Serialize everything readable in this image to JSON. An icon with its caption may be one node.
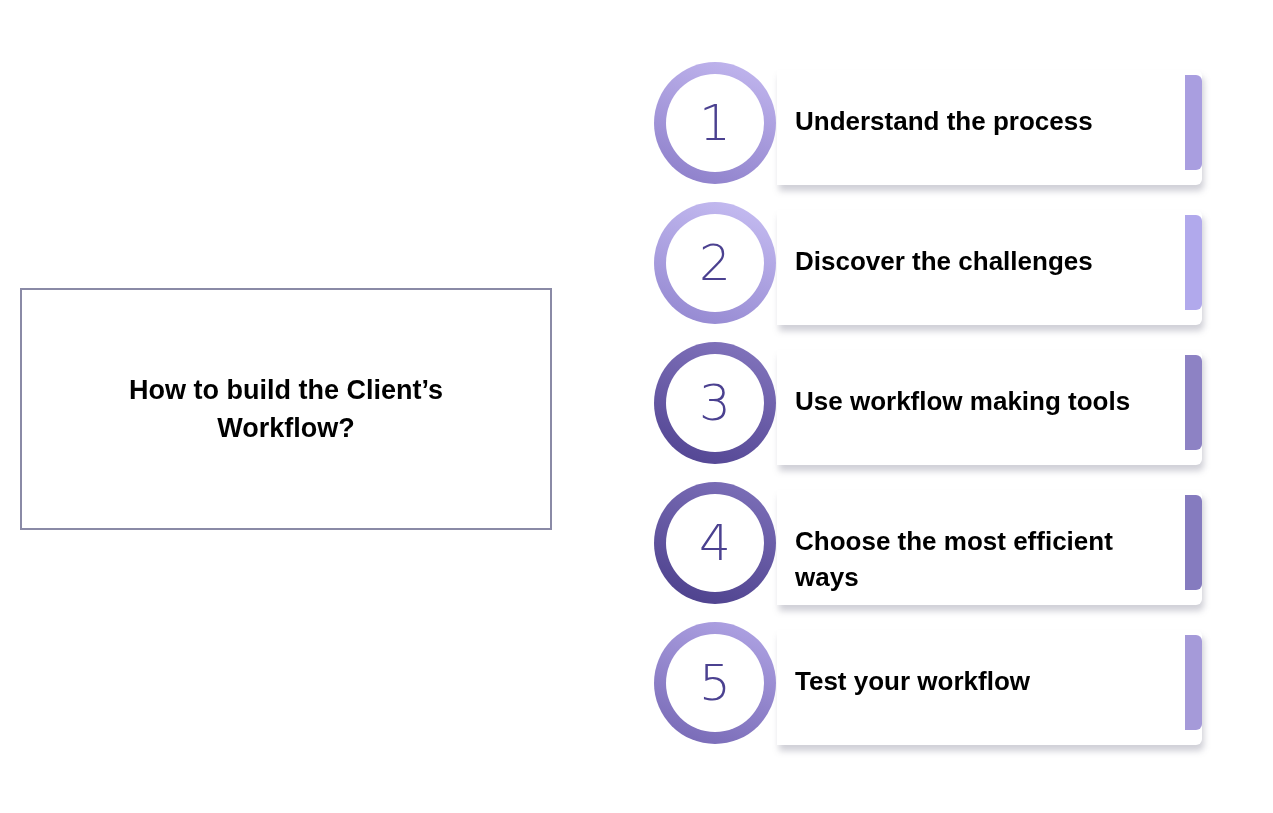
{
  "diagram": {
    "nodes": [
      {
        "text": [
          "How to build the Client’s Workflow?"
        ]
      },
      {
        "text": [
          "1"
        ]
      },
      {
        "text": [
          "Understand the process"
        ]
      },
      {
        "text": [
          "2"
        ]
      },
      {
        "text": [
          "Discover the challenges"
        ]
      },
      {
        "text": [
          "3"
        ]
      },
      {
        "text": [
          "Use workflow making tools"
        ]
      },
      {
        "text": [
          "4"
        ]
      },
      {
        "text": [
          "Choose the most efficient ways"
        ]
      },
      {
        "text": [
          "5"
        ]
      },
      {
        "text": [
          "Test your workflow"
        ]
      }
    ]
  }
}
